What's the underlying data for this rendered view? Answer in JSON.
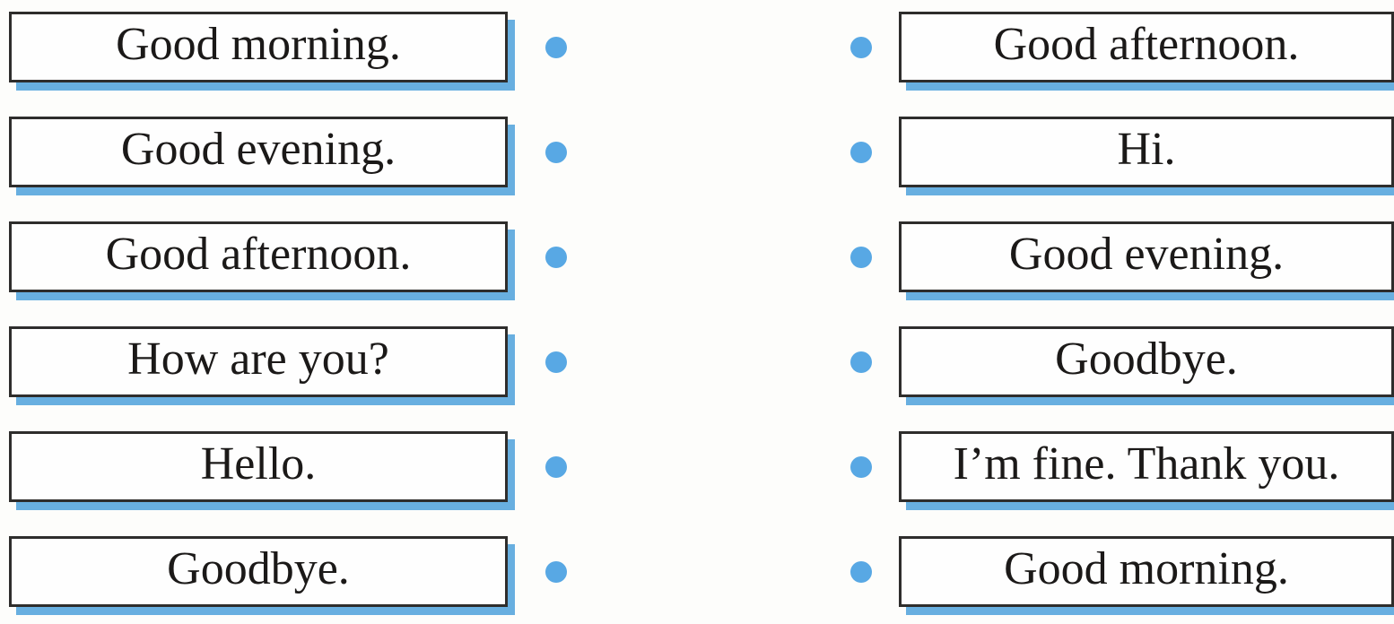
{
  "exercise": {
    "type": "matching",
    "left_items": [
      "Good morning.",
      "Good evening.",
      "Good afternoon.",
      "How are you?",
      "Hello.",
      "Goodbye."
    ],
    "right_items": [
      "Good afternoon.",
      "Hi.",
      "Good evening.",
      "Goodbye.",
      "I’m fine. Thank you.",
      "Good morning."
    ]
  },
  "colors": {
    "dot_blue": "#58a8e4",
    "shadow_blue": "#68afe0",
    "box_border": "#2e2d2c",
    "box_background": "#fefefe",
    "page_background": "#fdfdfb",
    "text": "#1b1918"
  }
}
